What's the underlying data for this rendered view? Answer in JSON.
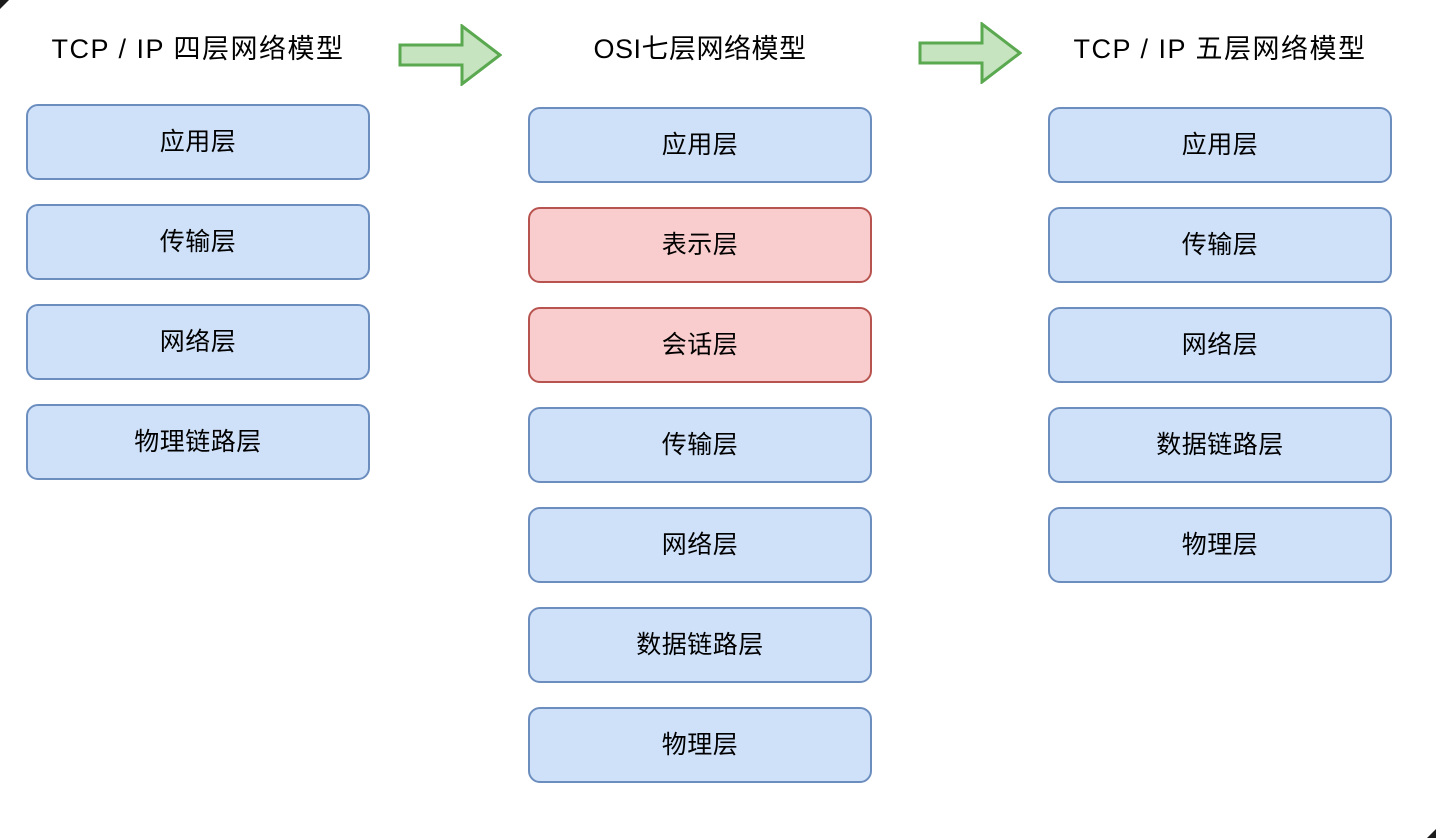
{
  "page": {
    "background_color": "#ffffff",
    "text_color": "#000000"
  },
  "palette": {
    "box_blue_fill": "#cfe1f9",
    "box_blue_border": "#6c8ebf",
    "box_red_fill": "#f9cdcd",
    "box_red_border": "#b85450",
    "arrow_fill": "#c6e4c0",
    "arrow_border": "#5aa84f"
  },
  "columns": [
    {
      "id": "tcpip-four-layer",
      "title": "TCP / IP  四层网络模型",
      "layer_count": 4,
      "layers": [
        {
          "label": "应用层",
          "color": "blue"
        },
        {
          "label": "传输层",
          "color": "blue"
        },
        {
          "label": "网络层",
          "color": "blue"
        },
        {
          "label": "物理链路层",
          "color": "blue"
        }
      ]
    },
    {
      "id": "osi-seven-layer",
      "title": "OSI七层网络模型",
      "layer_count": 7,
      "layers": [
        {
          "label": "应用层",
          "color": "blue"
        },
        {
          "label": "表示层",
          "color": "red"
        },
        {
          "label": "会话层",
          "color": "red"
        },
        {
          "label": "传输层",
          "color": "blue"
        },
        {
          "label": "网络层",
          "color": "blue"
        },
        {
          "label": "数据链路层",
          "color": "blue"
        },
        {
          "label": "物理层",
          "color": "blue"
        }
      ]
    },
    {
      "id": "tcpip-five-layer",
      "title": "TCP / IP  五层网络模型",
      "layer_count": 5,
      "layers": [
        {
          "label": "应用层",
          "color": "blue"
        },
        {
          "label": "传输层",
          "color": "blue"
        },
        {
          "label": "网络层",
          "color": "blue"
        },
        {
          "label": "数据链路层",
          "color": "blue"
        },
        {
          "label": "物理层",
          "color": "blue"
        }
      ]
    }
  ],
  "arrows": [
    {
      "id": "arrow-one",
      "icon": "right-arrow-icon",
      "direction": "right",
      "from": "tcpip-four-layer",
      "to": "osi-seven-layer"
    },
    {
      "id": "arrow-two",
      "icon": "right-arrow-icon",
      "direction": "right",
      "from": "osi-seven-layer",
      "to": "tcpip-five-layer"
    }
  ]
}
